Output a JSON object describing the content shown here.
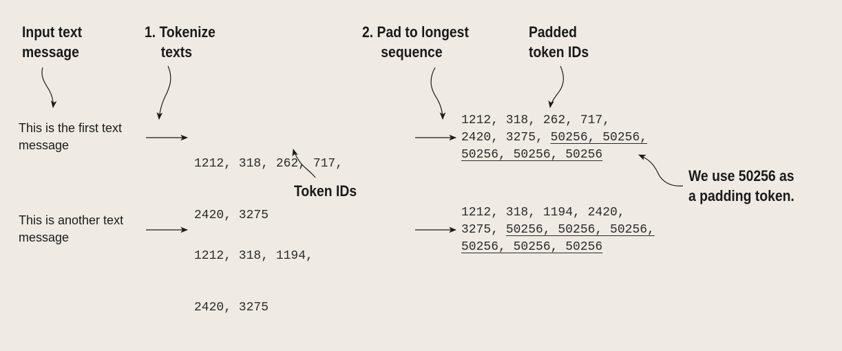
{
  "labels": {
    "input_text": [
      "Input text",
      "message"
    ],
    "tokenize": [
      "1. Tokenize",
      "texts"
    ],
    "pad": [
      "2. Pad to longest",
      "sequence"
    ],
    "padded_ids": [
      "Padded",
      "token IDs"
    ],
    "token_ids": "Token IDs",
    "padding_note": [
      "We use 50256 as",
      "a padding token."
    ]
  },
  "messages": [
    {
      "text": [
        "This is the first text",
        "message"
      ],
      "tokens": [
        "1212, 318, 262, 717,",
        "2420, 3275"
      ],
      "padded": [
        [
          {
            "t": "1212, 318, 262, 717,",
            "u": false
          }
        ],
        [
          {
            "t": "2420, 3275, ",
            "u": false
          },
          {
            "t": "50256, 50256,",
            "u": true
          }
        ],
        [
          {
            "t": "50256, 50256, 50256",
            "u": true
          }
        ]
      ]
    },
    {
      "text": [
        "This is another text",
        "message"
      ],
      "tokens": [
        "1212, 318, 1194,",
        "2420, 3275"
      ],
      "padded": [
        [
          {
            "t": "1212, 318, 1194, 2420,",
            "u": false
          }
        ],
        [
          {
            "t": "3275, ",
            "u": false
          },
          {
            "t": "50256, 50256, 50256,",
            "u": true
          }
        ],
        [
          {
            "t": "50256, 50256, 50256",
            "u": true
          }
        ]
      ]
    }
  ],
  "colors": {
    "background": "#efebe4",
    "text": "#1a1a1a",
    "arrow": "#1a1a1a"
  }
}
